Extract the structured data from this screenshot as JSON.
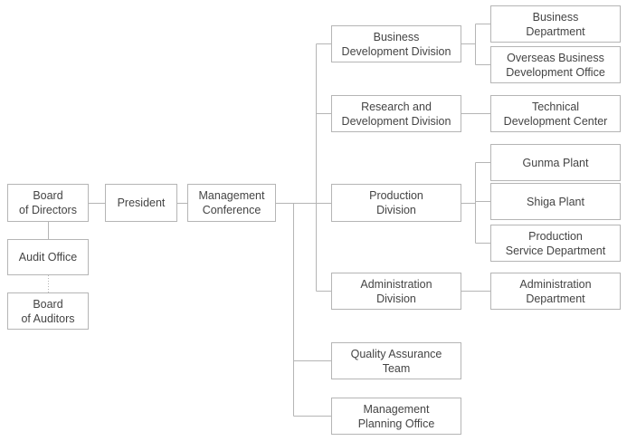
{
  "org_chart": {
    "board_of_directors": "Board\nof Directors",
    "president": "President",
    "management_conference": "Management\nConference",
    "audit_office": "Audit Office",
    "board_of_auditors": "Board\nof Auditors",
    "divisions": {
      "business_development": "Business\nDevelopment Division",
      "research_development": "Research and\nDevelopment Division",
      "production": "Production\nDivision",
      "administration": "Administration\nDivision",
      "quality_assurance": "Quality Assurance\nTeam",
      "management_planning": "Management\nPlanning Office"
    },
    "units": {
      "business_department": "Business\nDepartment",
      "overseas_business_development_office": "Overseas Business\nDevelopment Office",
      "technical_development_center": "Technical\nDevelopment Center",
      "gunma_plant": "Gunma Plant",
      "shiga_plant": "Shiga Plant",
      "production_service_department": "Production\nService Department",
      "administration_department": "Administration\nDepartment"
    }
  }
}
